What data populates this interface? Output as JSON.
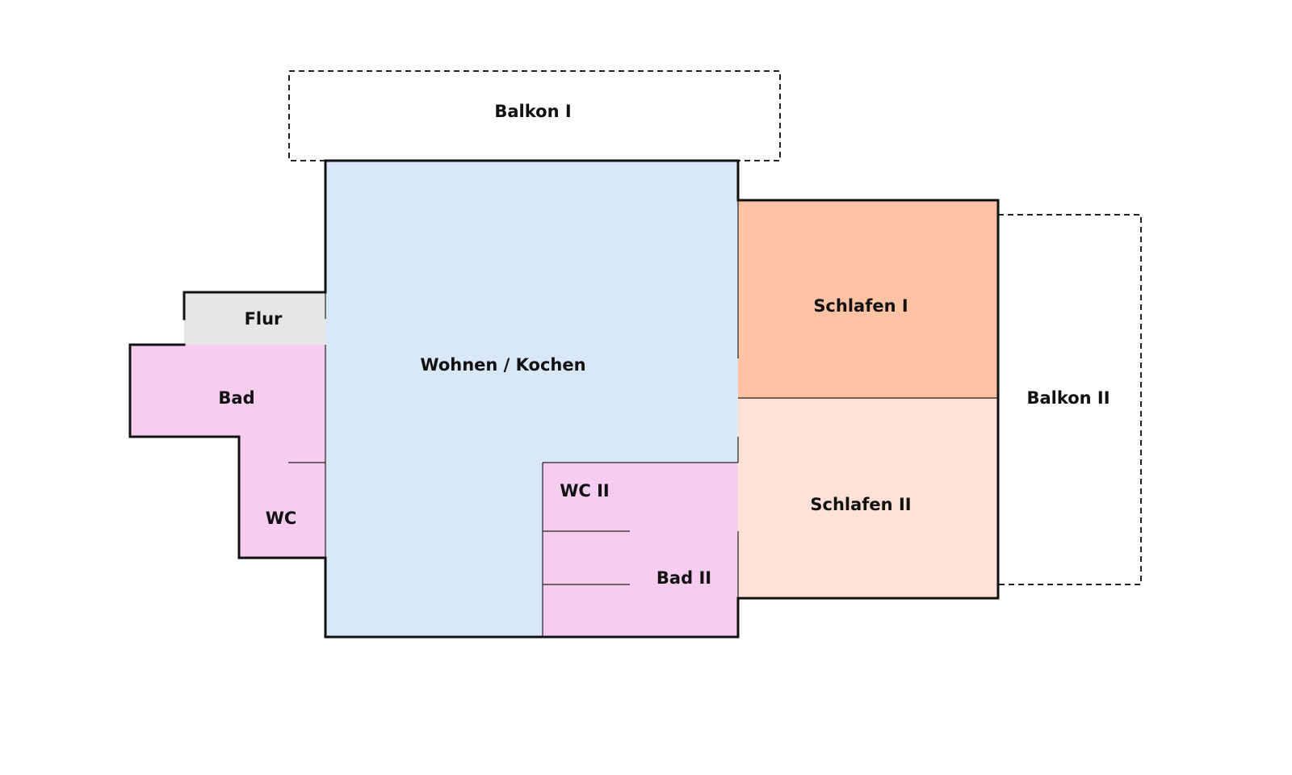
{
  "floor_plan": {
    "rooms": [
      {
        "id": "balkon-1",
        "label": "Balkon I",
        "color": "#ffffff",
        "kind": "balcony"
      },
      {
        "id": "wohnen-kochen",
        "label": "Wohnen / Kochen",
        "color": "#d9e8f7",
        "kind": "room"
      },
      {
        "id": "flur",
        "label": "Flur",
        "color": "#e6e6e6",
        "kind": "room"
      },
      {
        "id": "bad",
        "label": "Bad",
        "color": "#f6ccef",
        "kind": "room"
      },
      {
        "id": "wc",
        "label": "WC",
        "color": "#f6ccef",
        "kind": "room"
      },
      {
        "id": "wc-2",
        "label": "WC II",
        "color": "#f6ccef",
        "kind": "room"
      },
      {
        "id": "bad-2",
        "label": "Bad II",
        "color": "#f6ccef",
        "kind": "room"
      },
      {
        "id": "schlafen-1",
        "label": "Schlafen I",
        "color": "#fec3a4",
        "kind": "room"
      },
      {
        "id": "schlafen-2",
        "label": "Schlafen II",
        "color": "#fde0d6",
        "kind": "room"
      },
      {
        "id": "balkon-2",
        "label": "Balkon II",
        "color": "#ffffff",
        "kind": "balcony"
      }
    ],
    "wall_color": "#111111"
  }
}
